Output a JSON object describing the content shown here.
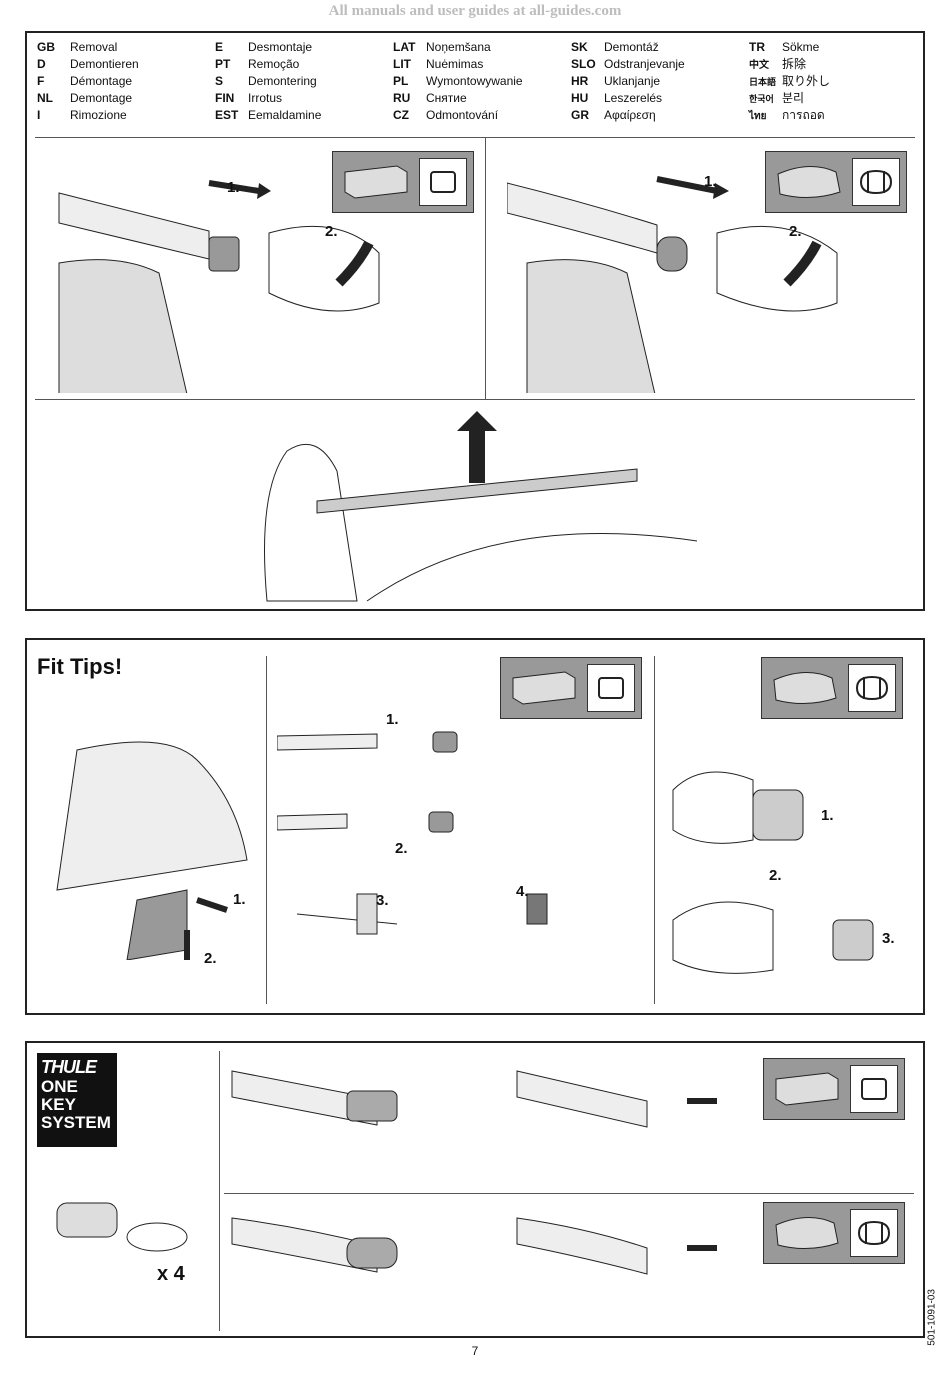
{
  "watermark": "All manuals and user guides at all-guides.com",
  "languages": [
    [
      {
        "code": "GB",
        "name": "Removal"
      },
      {
        "code": "D",
        "name": "Demontieren"
      },
      {
        "code": "F",
        "name": "Démontage"
      },
      {
        "code": "NL",
        "name": "Demontage"
      },
      {
        "code": "I",
        "name": "Rimozione"
      }
    ],
    [
      {
        "code": "E",
        "name": "Desmontaje"
      },
      {
        "code": "PT",
        "name": "Remoção"
      },
      {
        "code": "S",
        "name": "Demontering"
      },
      {
        "code": "FIN",
        "name": "Irrotus"
      },
      {
        "code": "EST",
        "name": "Eemaldamine"
      }
    ],
    [
      {
        "code": "LAT",
        "name": "Noņemšana"
      },
      {
        "code": "LIT",
        "name": "Nuėmimas"
      },
      {
        "code": "PL",
        "name": "Wymontowywanie"
      },
      {
        "code": "RU",
        "name": "Снятие"
      },
      {
        "code": "CZ",
        "name": "Odmontování"
      }
    ],
    [
      {
        "code": "SK",
        "name": "Demontáž"
      },
      {
        "code": "SLO",
        "name": "Odstranjevanje"
      },
      {
        "code": "HR",
        "name": "Uklanjanje"
      },
      {
        "code": "HU",
        "name": "Leszerelés"
      },
      {
        "code": "GR",
        "name": "Αφαίρεση"
      }
    ],
    [
      {
        "code": "TR",
        "name": "Sökme"
      },
      {
        "code": "中文",
        "name": "拆除"
      },
      {
        "code": "日本語",
        "name": "取り外し"
      },
      {
        "code": "한국어",
        "name": "분리"
      },
      {
        "code": "ไทย",
        "name": "การถอด"
      }
    ]
  ],
  "steps": {
    "one": "1.",
    "two": "2.",
    "three": "3.",
    "four": "4."
  },
  "fit_tips_title": "Fit Tips!",
  "one_key": {
    "brand": "THULE",
    "line1": "ONE",
    "line2": "KEY",
    "line3": "SYSTEM",
    "count": "x 4"
  },
  "doc_number": "501-1091-03",
  "page_number": "7"
}
